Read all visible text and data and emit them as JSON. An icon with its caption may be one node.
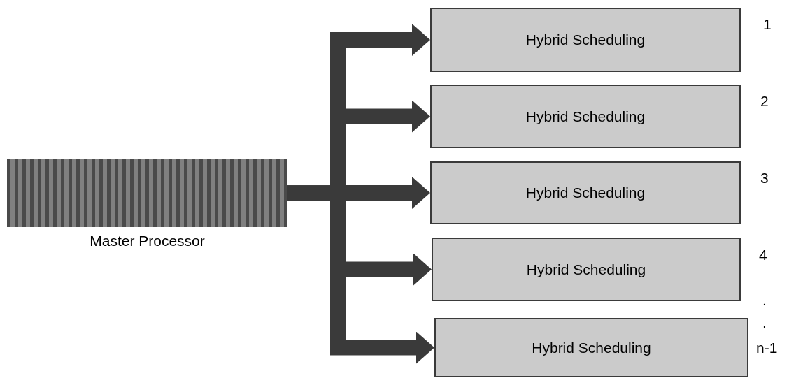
{
  "diagram": {
    "nodes": [
      {
        "text": [
          "Master Processor"
        ]
      },
      {
        "text": [
          "Hybrid Scheduling"
        ],
        "beside": [
          "1"
        ]
      },
      {
        "text": [
          "Hybrid Scheduling"
        ],
        "beside": [
          "2"
        ]
      },
      {
        "text": [
          "Hybrid Scheduling"
        ],
        "beside": [
          "3"
        ]
      },
      {
        "text": [
          "Hybrid Scheduling"
        ],
        "beside": [
          "4"
        ]
      },
      {
        "text": [
          "Hybrid Scheduling"
        ],
        "beside": [
          "n-1"
        ]
      }
    ],
    "edges": [
      {
        "from": 0,
        "to": 1,
        "arrow": "to"
      },
      {
        "from": 0,
        "to": 2,
        "arrow": "to"
      },
      {
        "from": 0,
        "to": 3,
        "arrow": "to"
      },
      {
        "from": 0,
        "to": 4,
        "arrow": "to"
      },
      {
        "from": 0,
        "to": 5,
        "arrow": "to"
      }
    ],
    "labels": [
      ".",
      "."
    ]
  }
}
